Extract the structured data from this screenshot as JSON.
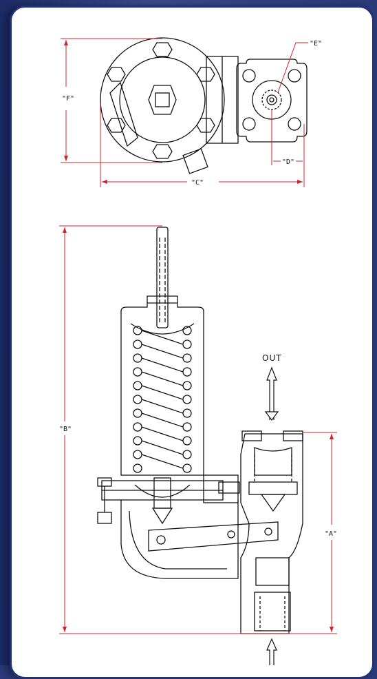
{
  "labels": {
    "dim_a": "\"A\"",
    "dim_b": "\"B\"",
    "dim_c": "\"C\"",
    "dim_d": "\"D\"",
    "dim_e": "\"E\"",
    "dim_f": "\"F\"",
    "flow_out": "OUT"
  },
  "colors": {
    "dimension_line": "#d0202a",
    "drawing_line": "#111111",
    "frame_border": "#22317a"
  }
}
